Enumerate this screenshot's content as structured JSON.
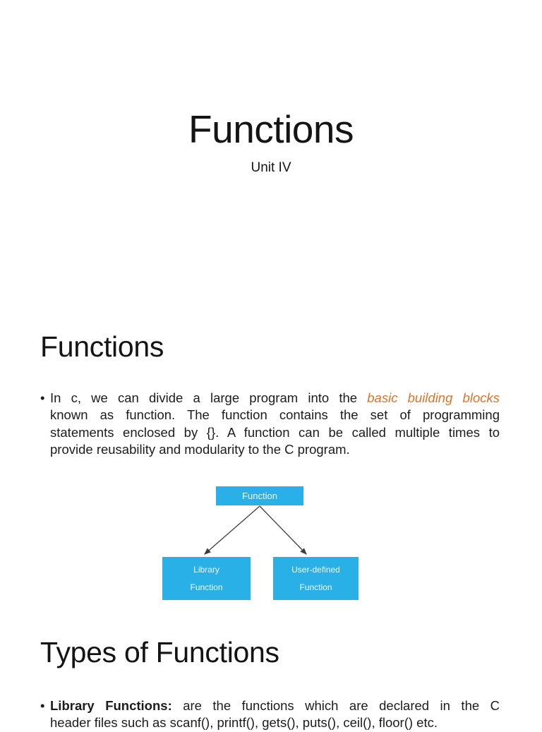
{
  "title_slide": {
    "title": "Functions",
    "subtitle": "Unit IV"
  },
  "functions_section": {
    "heading": "Functions",
    "bullet": "•",
    "lines": {
      "l1_pre": "In c, we can divide a large program into the ",
      "l1_highlight": "basic building blocks",
      "l2": "known as function. The function contains the set of programming",
      "l3": "statements enclosed by {}. A function can be called multiple times to",
      "l4": "provide reusability and modularity to the C program."
    }
  },
  "diagram": {
    "root_label": "Function",
    "left_box": {
      "line1": "Library",
      "line2": "Function"
    },
    "right_box": {
      "line1": "User-defined",
      "line2": "Function"
    },
    "box_fill": "#29b0e6",
    "box_label_color": "#f2fbff",
    "arrow_color": "#3d3d3d"
  },
  "types_section": {
    "heading": "Types of Functions",
    "bullet": "•",
    "lines": {
      "l1_bold": "Library Functions:",
      "l1_rest": " are the functions which are declared in the C",
      "l2": "header files such as scanf(), printf(), gets(), puts(), ceil(), floor() etc."
    }
  },
  "colors": {
    "page_background": "#ffffff",
    "body_text": "#1c1c1c",
    "highlight_orange": "#d9742d",
    "diagram_box_cyan": "#29b0e6"
  }
}
